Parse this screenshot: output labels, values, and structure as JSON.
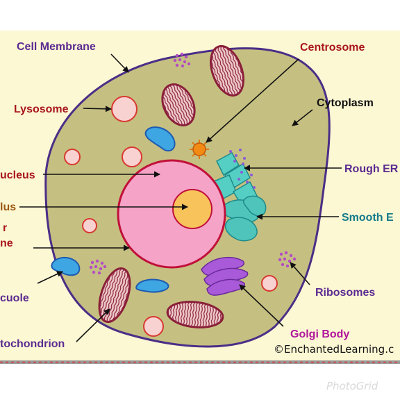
{
  "diagram": {
    "labels": {
      "cell_membrane": "Cell Membrane",
      "centrosome": "Centrosome",
      "lysosome": "Lysosome",
      "cytoplasm": "Cytoplasm",
      "nucleus": "ucleus",
      "rough_er": "Rough ER",
      "nucleolus": "lus",
      "smooth_er": "Smooth E",
      "nuclear_membrane_1": "r",
      "nuclear_membrane_2": "ne",
      "vacuole": "cuole",
      "ribosomes": "Ribosomes",
      "mitochondrion": "tochondrion",
      "golgi_body": "Golgi Body"
    },
    "credit": "©EnchantedLearning.c",
    "watermark": "PhotoGrid"
  },
  "colors": {
    "page_band": "#fdf8d4",
    "cytoplasm": "#c5c081",
    "cell_outline": "#4b2e87",
    "nucleus": "#f5a3c7",
    "nucleus_outline": "#c0103a",
    "nucleolus": "#f7c35a",
    "label_purple": "#5b2a91",
    "label_red": "#a8161b",
    "label_orange": "#9a5a14",
    "label_teal": "#127a8a",
    "label_magenta": "#b0169c",
    "label_black": "#111111"
  }
}
